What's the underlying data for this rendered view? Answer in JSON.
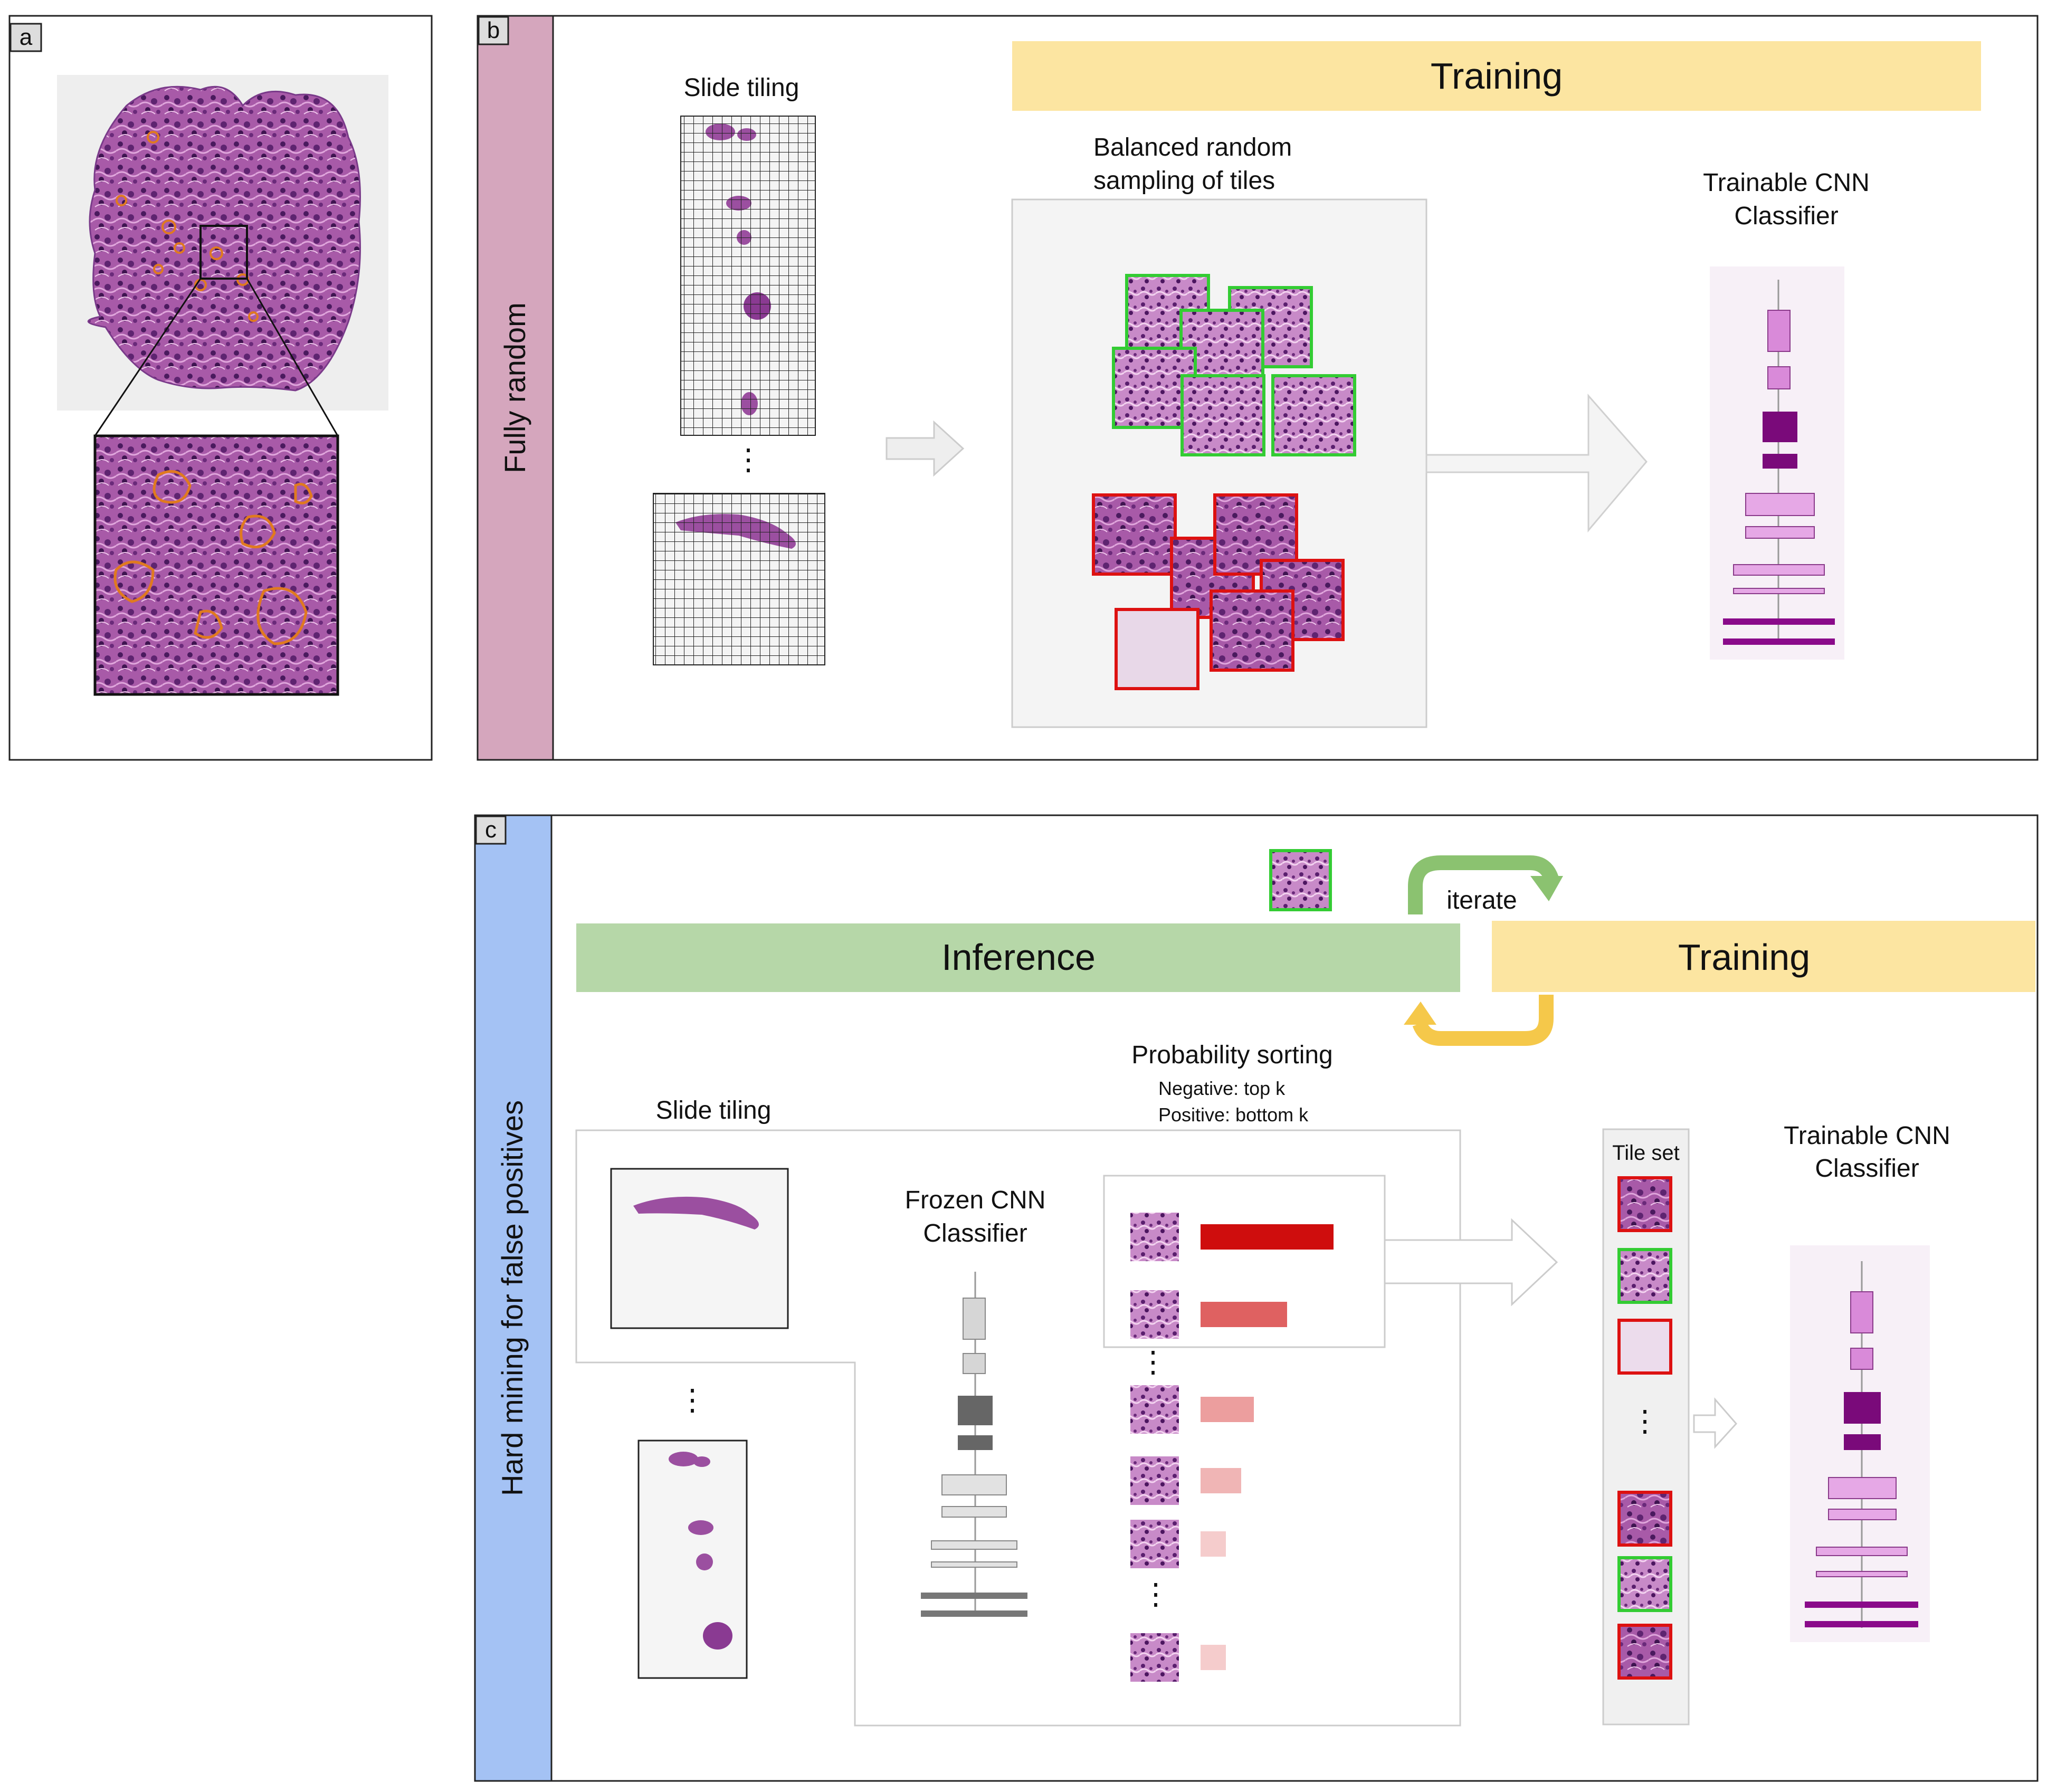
{
  "panels": {
    "a": {
      "tag": "a"
    },
    "b": {
      "tag": "b",
      "side_label": "Fully random",
      "side_color": "#d5a6bd",
      "training_banner": "Training",
      "slide_tiling": "Slide tiling",
      "ellipsis": "⋮",
      "balanced_line1": "Balanced random",
      "balanced_line2": "sampling of tiles",
      "cnn_line1": "Trainable CNN",
      "cnn_line2": "Classifier"
    },
    "c": {
      "tag": "c",
      "side_label": "Hard mining for false positives",
      "side_color": "#a4c2f4",
      "inference_banner": "Inference",
      "training_banner": "Training",
      "iterate": "iterate",
      "prob_sorting": "Probability sorting",
      "negative_rule": "Negative: top k",
      "positive_rule": "Positive: bottom k",
      "slide_tiling": "Slide tiling",
      "ellipsis": "⋮",
      "frozen_line1": "Frozen CNN",
      "frozen_line2": "Classifier",
      "tile_set": "Tile set",
      "cnn_line1": "Trainable CNN",
      "cnn_line2": "Classifier",
      "probability_bars": [
        0.95,
        0.62,
        0.38,
        0.29,
        0.18,
        0.18
      ]
    }
  },
  "colors": {
    "training": "#fce5a1",
    "inference": "#b6d7a8",
    "positive_frame": "#33cc33",
    "negative_frame": "#dd1111",
    "tissue": "#9b4fa0",
    "cnn_light": "#e6a8e6",
    "cnn_mid": "#d98ad9",
    "cnn_dark": "#7a0a7a"
  }
}
